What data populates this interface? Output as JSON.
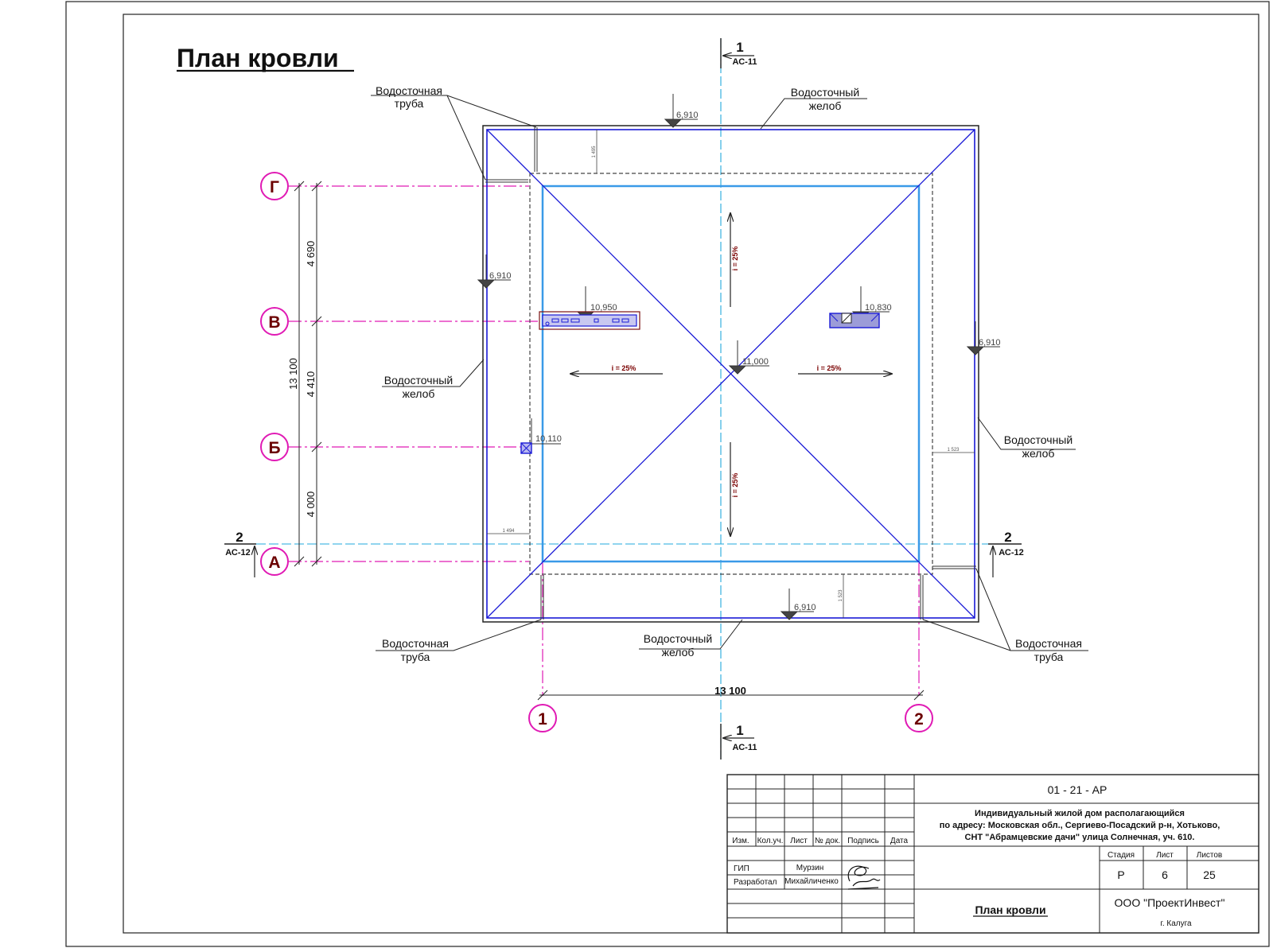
{
  "drawing": {
    "title": "План кровли",
    "labels": {
      "downpipe_top_left": [
        "Водосточная",
        "труба"
      ],
      "gutter_top": [
        "Водосточный",
        "желоб"
      ],
      "gutter_left": [
        "Водосточный",
        "желоб"
      ],
      "gutter_right": [
        "Водосточный",
        "желоб"
      ],
      "downpipe_bottom_left": [
        "Водосточная",
        "труба"
      ],
      "gutter_bottom": [
        "Водосточный",
        "желоб"
      ],
      "downpipe_bottom_right": [
        "Водосточная",
        "труба"
      ]
    },
    "axes": {
      "rows": [
        "Г",
        "В",
        "Б",
        "А"
      ],
      "columns": [
        "1",
        "2"
      ]
    },
    "dimensions": {
      "total_vertical": "13 100",
      "row_spacings": [
        "4 690",
        "4 410",
        "4 000"
      ],
      "total_horizontal": "13 100",
      "overhang_top": "1 495",
      "overhang_left": "1 494",
      "overhang_right": "1 523",
      "overhang_bottom": "1 523"
    },
    "levels": {
      "eave_top": "6,910",
      "eave_left": "6,910",
      "eave_right": "6,910",
      "eave_bottom": "6,910",
      "ridge": "11,000",
      "element_left": "10,950",
      "element_right": "10,830",
      "element_small": "10,110"
    },
    "slopes": {
      "left": "i = 25%",
      "right": "i = 25%",
      "up": "i = 25%",
      "down": "i = 25%"
    },
    "sections": {
      "top": {
        "number": "1",
        "sheet": "АС-11"
      },
      "bottom": {
        "number": "1",
        "sheet": "АС-11"
      },
      "left": {
        "number": "2",
        "sheet": "АС-12"
      },
      "right": {
        "number": "2",
        "sheet": "АС-12"
      }
    },
    "colors": {
      "outline_blue": "#1a1ad6",
      "wall_blue": "#3a9ae8",
      "axis_magenta": "#e01ab4",
      "center_cyan": "#22aadd",
      "axis_text": "#6b0000"
    }
  },
  "title_block": {
    "code": "01 - 21 - АР",
    "description": [
      "Индивидуальный жилой дом располагающийся",
      "по адресу: Московская обл., Сергиево-Посадский р-н, Хотьково,",
      "СНТ \"Абрамцевские дачи\" улица Солнечная, уч. 610."
    ],
    "columns": [
      "Изм.",
      "Кол.уч.",
      "Лист",
      "№ док.",
      "Подпись",
      "Дата"
    ],
    "people": [
      {
        "role": "ГИП",
        "name": "Мурзин"
      },
      {
        "role": "Разработал",
        "name": "Михайличенко"
      }
    ],
    "stage_headers": [
      "Стадия",
      "Лист",
      "Листов"
    ],
    "stage_values": [
      "Р",
      "6",
      "25"
    ],
    "sheet_title": "План кровли",
    "company": "ООО \"ПроектИнвест\"",
    "city": "г. Калуга"
  }
}
